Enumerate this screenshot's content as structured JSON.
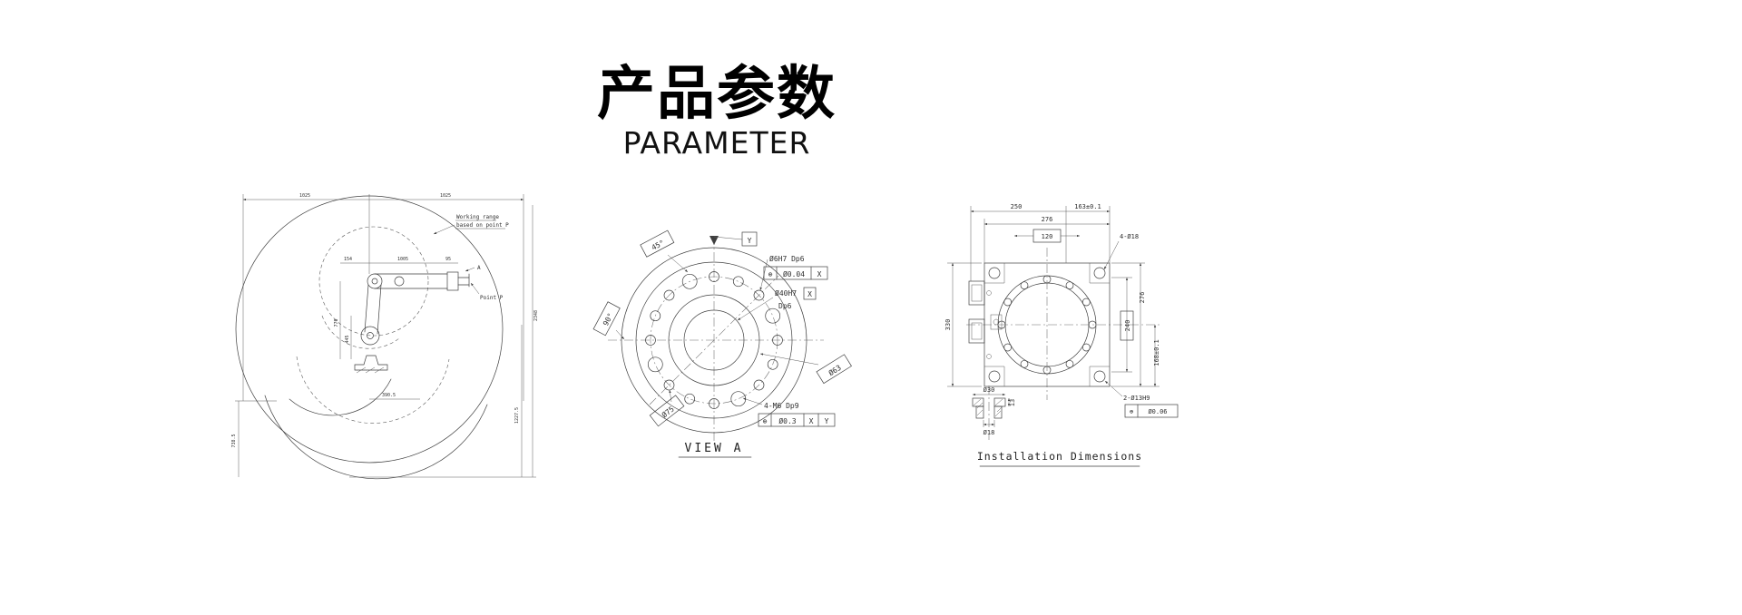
{
  "page": {
    "background": "#ffffff",
    "ink": "#000000",
    "line_color": "#3f3f3f"
  },
  "header": {
    "title": "产品参数",
    "subtitle": "PARAMETER"
  },
  "working_range": {
    "note_line1": "Working range",
    "note_line2": "based on point P",
    "point_p": "Point P",
    "view_label": "A",
    "dims": {
      "top_left": "1025",
      "top_right": "1025",
      "right_outer": "2348",
      "right_inner": "1227.5",
      "left_lower": "738.5",
      "offset_rear": "154",
      "reach": "1005",
      "offset_front": "95",
      "height_upper": "770",
      "height_lower": "445",
      "base_width": "390.5"
    }
  },
  "view_a": {
    "caption": "VIEW A",
    "angle_45": "45°",
    "angle_90": "90°",
    "datum_y": "Y",
    "datum_x": "X",
    "hole_spec": "Ø6H7 Dp6",
    "fcf_holes": {
      "symbol": "⊕",
      "tolerance": "Ø0.04",
      "datum": "X"
    },
    "bore_spec": "Ø40H7",
    "bore_depth": "Dp6",
    "dia_63": "Ø63",
    "dia_75": "Ø75",
    "tap_spec": "4-M6 Dp9",
    "fcf_taps": {
      "symbol": "⊕",
      "tolerance": "Ø0.3",
      "datum1": "X",
      "datum2": "Y"
    }
  },
  "installation": {
    "caption": "Installation Dimensions",
    "dims": {
      "width_inner": "250",
      "width_offset": "163±0.1",
      "width_outer": "276",
      "bolt_spacing": "120",
      "corner_holes": "4-Ø18",
      "height_overall": "330",
      "bolt_spacing_v": "240",
      "height_outer": "276",
      "height_offset": "168±0.1",
      "dowel_holes": "2-Ø13H9",
      "boss_dia": "Ø30",
      "boss_height": "13",
      "hole_dia": "Ø18"
    },
    "fcf": {
      "symbol": "⊕",
      "tolerance": "Ø0.06"
    }
  }
}
